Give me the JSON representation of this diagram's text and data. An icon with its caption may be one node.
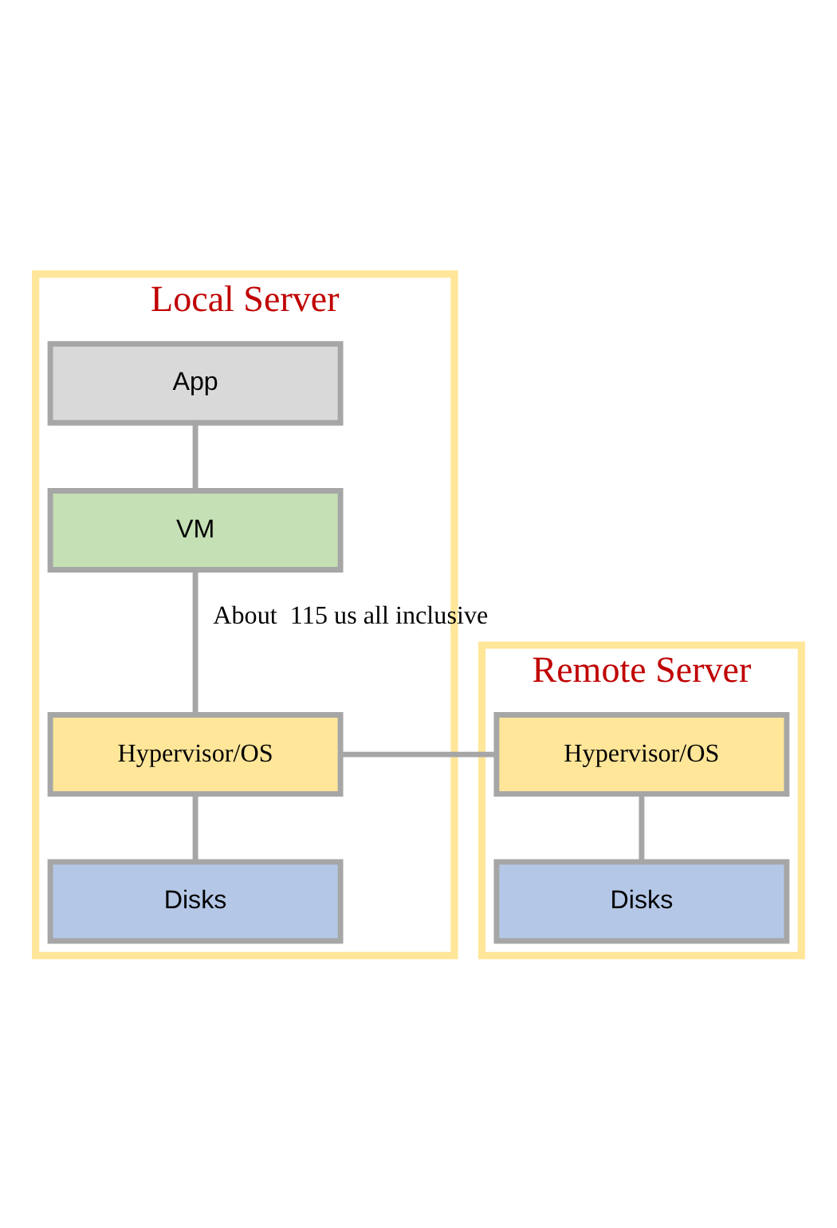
{
  "diagram": {
    "nodes": [
      {
        "text": [
          "Local Server"
        ]
      },
      {
        "text": [
          "App"
        ],
        "in": 0
      },
      {
        "text": [
          "VM"
        ],
        "in": 0
      },
      {
        "text": [
          "Hypervisor/OS"
        ],
        "in": 0
      },
      {
        "text": [
          "Disks"
        ],
        "in": 0
      },
      {
        "text": [
          "Remote Server"
        ]
      },
      {
        "text": [
          "Hypervisor/OS"
        ],
        "in": 5
      },
      {
        "text": [
          "Disks"
        ],
        "in": 5
      }
    ],
    "edges": [
      {
        "from": 1,
        "to": 2,
        "arrow": "none"
      },
      {
        "from": 2,
        "to": 3,
        "arrow": "none",
        "label": "About  115 us all inclusive"
      },
      {
        "from": 3,
        "to": 4,
        "arrow": "none"
      },
      {
        "from": 3,
        "to": 6,
        "arrow": "none"
      },
      {
        "from": 6,
        "to": 7,
        "arrow": "none"
      }
    ]
  }
}
